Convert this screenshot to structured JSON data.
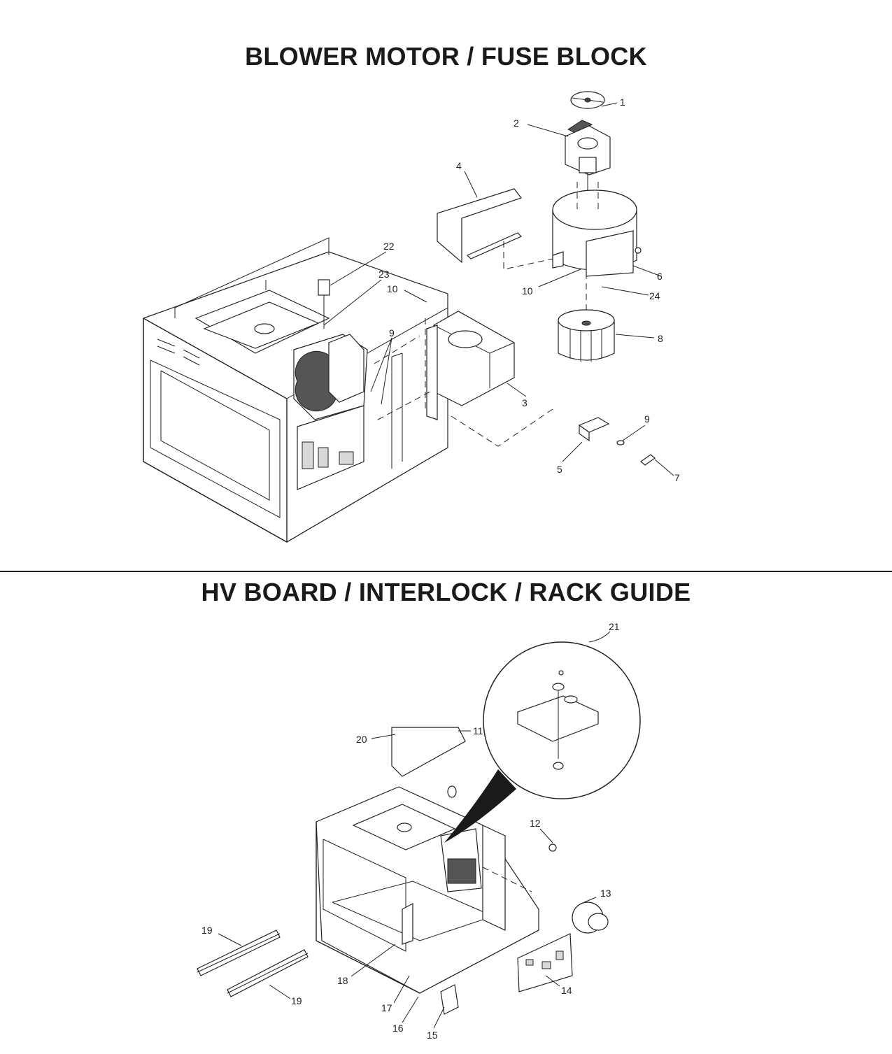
{
  "sections": [
    {
      "title": "BLOWER MOTOR / FUSE BLOCK",
      "callouts": [
        "1",
        "2",
        "4",
        "22",
        "23",
        "10",
        "9",
        "10",
        "6",
        "24",
        "8",
        "3",
        "9",
        "5",
        "7"
      ]
    },
    {
      "title": "HV BOARD / INTERLOCK / RACK GUIDE",
      "callouts": [
        "21",
        "20",
        "11",
        "12",
        "13",
        "19",
        "19",
        "18",
        "17",
        "16",
        "15",
        "14"
      ]
    }
  ]
}
